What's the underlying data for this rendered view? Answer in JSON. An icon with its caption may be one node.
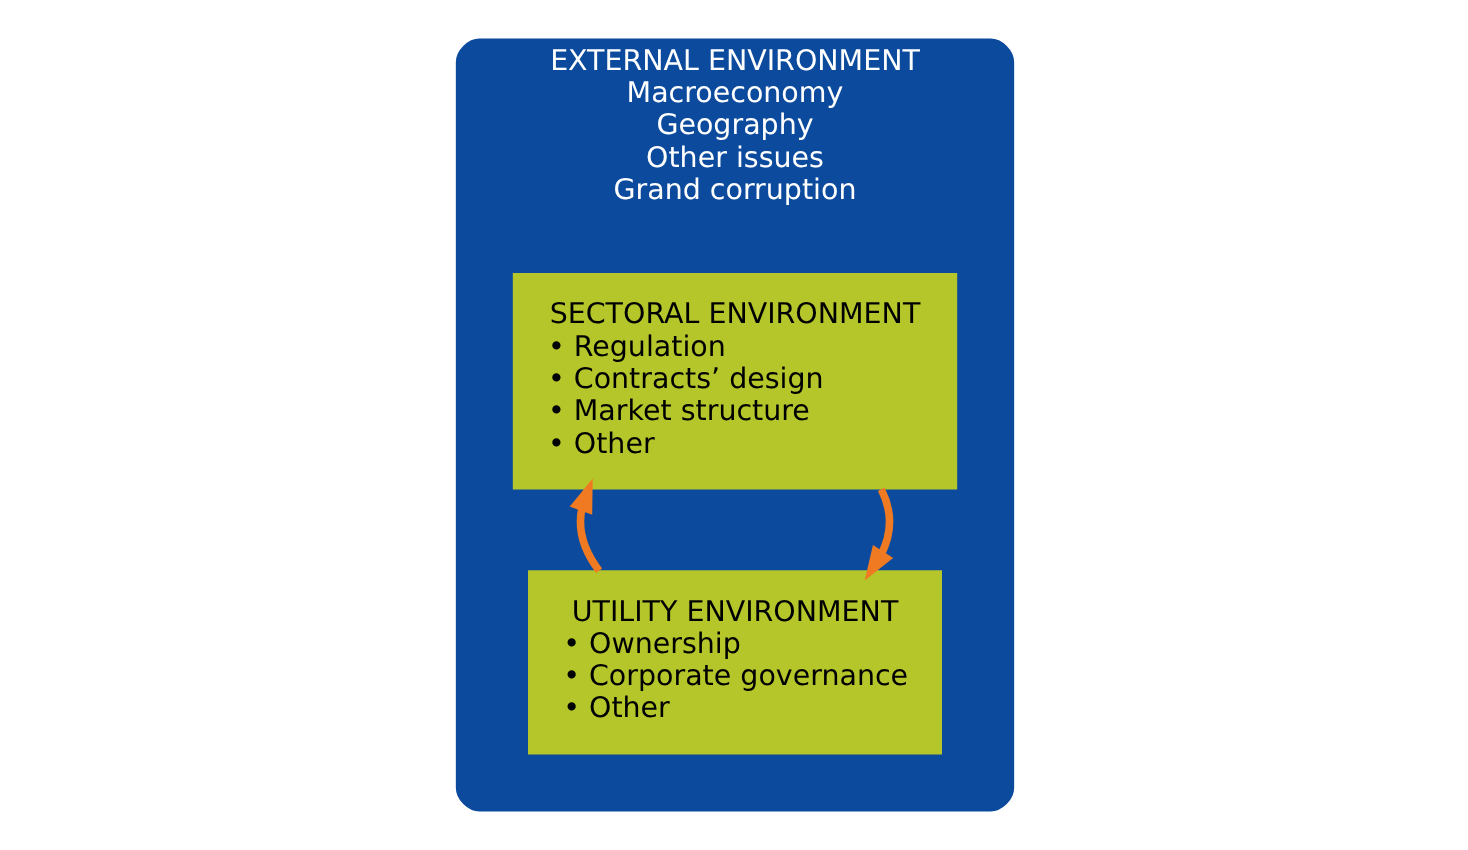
{
  "diagram": {
    "nodes": [
      {
        "text": [
          "EXTERNAL ENVIRONMENT",
          "Macroeconomy",
          "Geography",
          "Other issues",
          "Grand corruption"
        ]
      },
      {
        "text": [
          "SECTORAL ENVIRONMENT",
          "• Regulation",
          "• Contracts’ design",
          "• Market structure",
          "• Other"
        ],
        "in": 0
      },
      {
        "text": [
          "UTILITY ENVIRONMENT",
          "• Ownership",
          "• Corporate governance",
          "• Other"
        ],
        "in": 0
      }
    ],
    "edges": [
      {
        "from": 1,
        "to": 2,
        "arrow": "to"
      },
      {
        "from": 2,
        "to": 1,
        "arrow": "to"
      }
    ]
  }
}
